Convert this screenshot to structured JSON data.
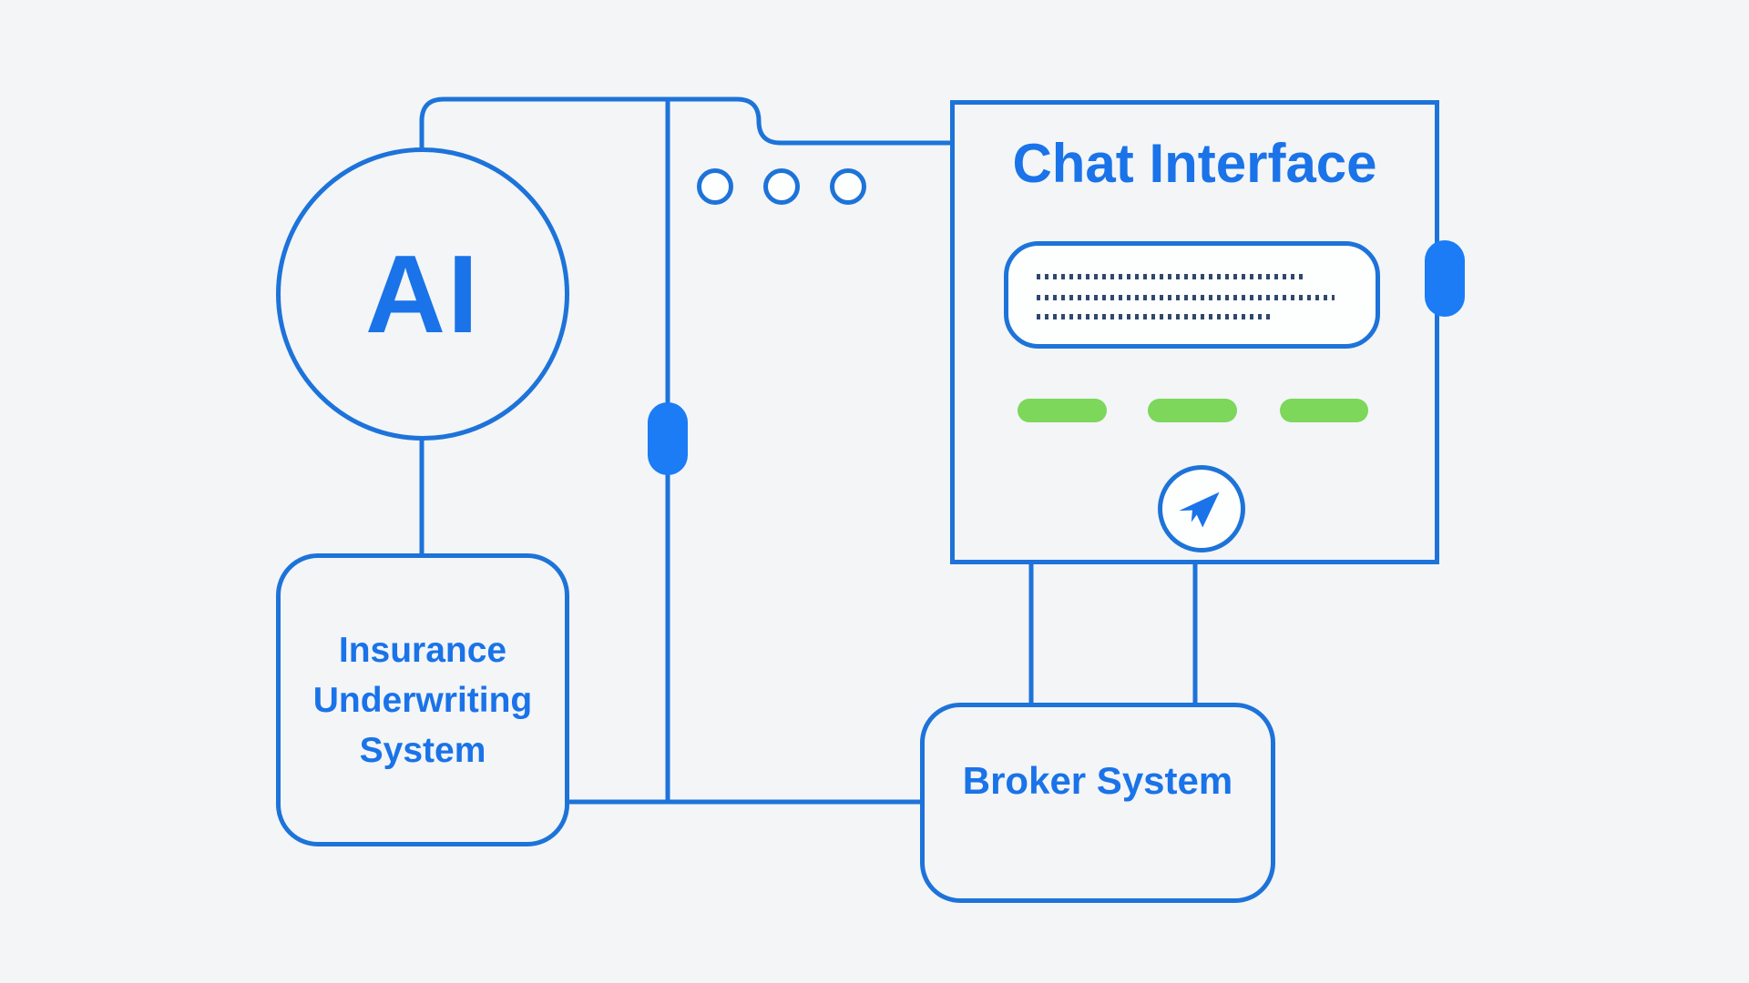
{
  "colors": {
    "background": "#f3f5f7",
    "line": "#1d73d9",
    "accent_text": "#1a73e8",
    "bright_pill": "#1b7cf5",
    "quick_reply_green": "#7cd75a",
    "message_dots": "#31486e",
    "surface_white": "#fdfefe"
  },
  "ai_node": {
    "label": "AI"
  },
  "insurance_node": {
    "label": "Insurance Underwriting System",
    "lines": [
      "Insurance",
      "Underwriting",
      "System"
    ]
  },
  "broker_node": {
    "label": "Broker System"
  },
  "chat_panel": {
    "title": "Chat Interface",
    "window_dot_count": 3,
    "message_line_count": 3,
    "quick_reply_count": 3,
    "send_icon": "paper-plane-icon"
  }
}
